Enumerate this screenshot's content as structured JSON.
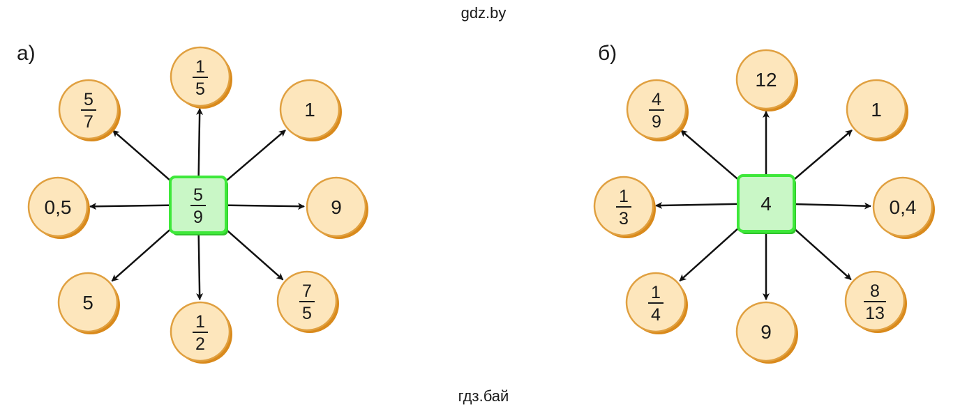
{
  "watermark_top": "gdz.by",
  "watermark_bottom": "гдз.бай",
  "colors": {
    "circle_fill": "#fde6bc",
    "circle_stroke": "#e0a040",
    "circle_shadow": "#d98a1c",
    "square_fill": "#c9f7c6",
    "square_stroke": "#3ee83a",
    "square_shadow": "#2fc42b",
    "arrow": "#111111"
  },
  "panels": [
    {
      "label": "а)",
      "center": {
        "type": "fraction",
        "num": "5",
        "den": "9"
      },
      "nodes": [
        {
          "type": "fraction",
          "num": "1",
          "den": "5"
        },
        {
          "type": "text",
          "value": "1"
        },
        {
          "type": "text",
          "value": "9"
        },
        {
          "type": "fraction",
          "num": "7",
          "den": "5"
        },
        {
          "type": "fraction",
          "num": "1",
          "den": "2"
        },
        {
          "type": "text",
          "value": "5"
        },
        {
          "type": "text",
          "value": "0,5"
        },
        {
          "type": "fraction",
          "num": "5",
          "den": "7"
        }
      ]
    },
    {
      "label": "б)",
      "center": {
        "type": "text",
        "value": "4"
      },
      "nodes": [
        {
          "type": "text",
          "value": "12"
        },
        {
          "type": "text",
          "value": "1"
        },
        {
          "type": "text",
          "value": "0,4"
        },
        {
          "type": "fraction",
          "num": "8",
          "den": "13"
        },
        {
          "type": "text",
          "value": "9"
        },
        {
          "type": "fraction",
          "num": "1",
          "den": "4"
        },
        {
          "type": "fraction",
          "num": "1",
          "den": "3"
        },
        {
          "type": "fraction",
          "num": "4",
          "den": "9"
        }
      ]
    }
  ]
}
